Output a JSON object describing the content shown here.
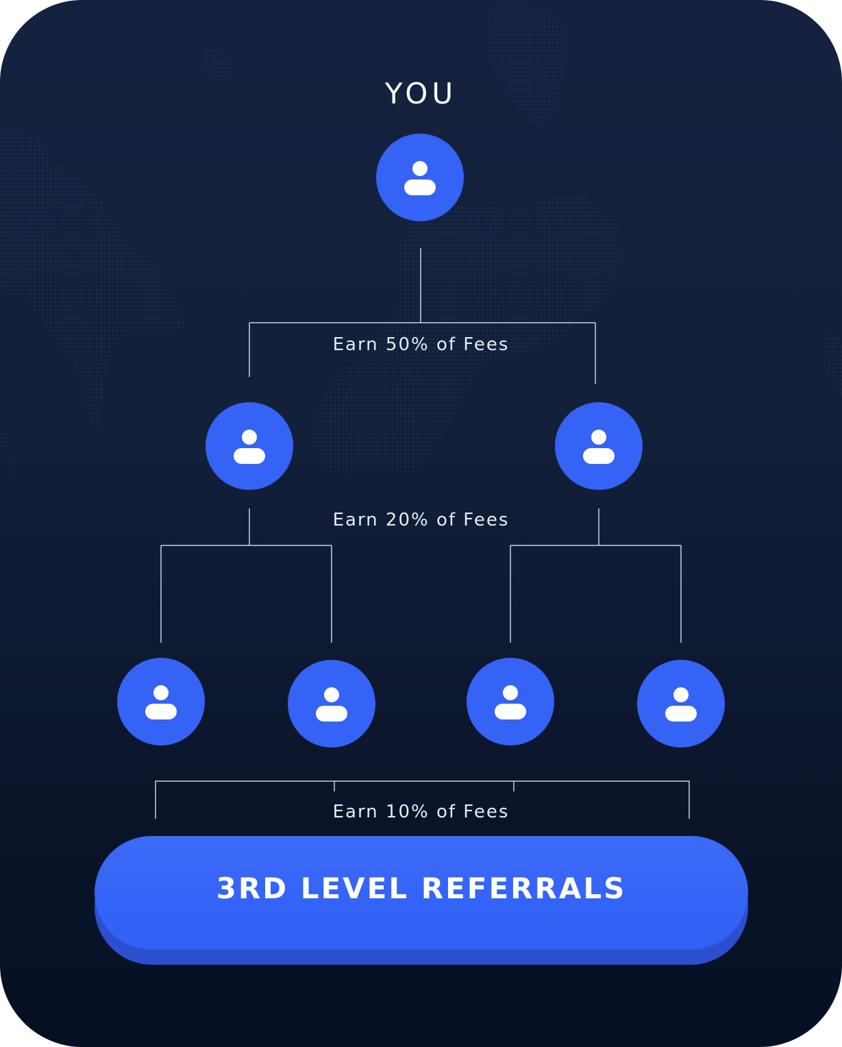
{
  "title": "YOU",
  "tiers": [
    {
      "label": "Earn 50% of Fees"
    },
    {
      "label": "Earn 20% of Fees"
    },
    {
      "label": "Earn 10% of Fees"
    }
  ],
  "cta": {
    "label": "3RD LEVEL REFERRALS"
  },
  "colors": {
    "background": "#132039",
    "node": "#3563f5",
    "cta": "#3463f7",
    "connector": "#c9d2e3",
    "text": "#ffffff"
  },
  "icons": {
    "node": "user-icon"
  }
}
